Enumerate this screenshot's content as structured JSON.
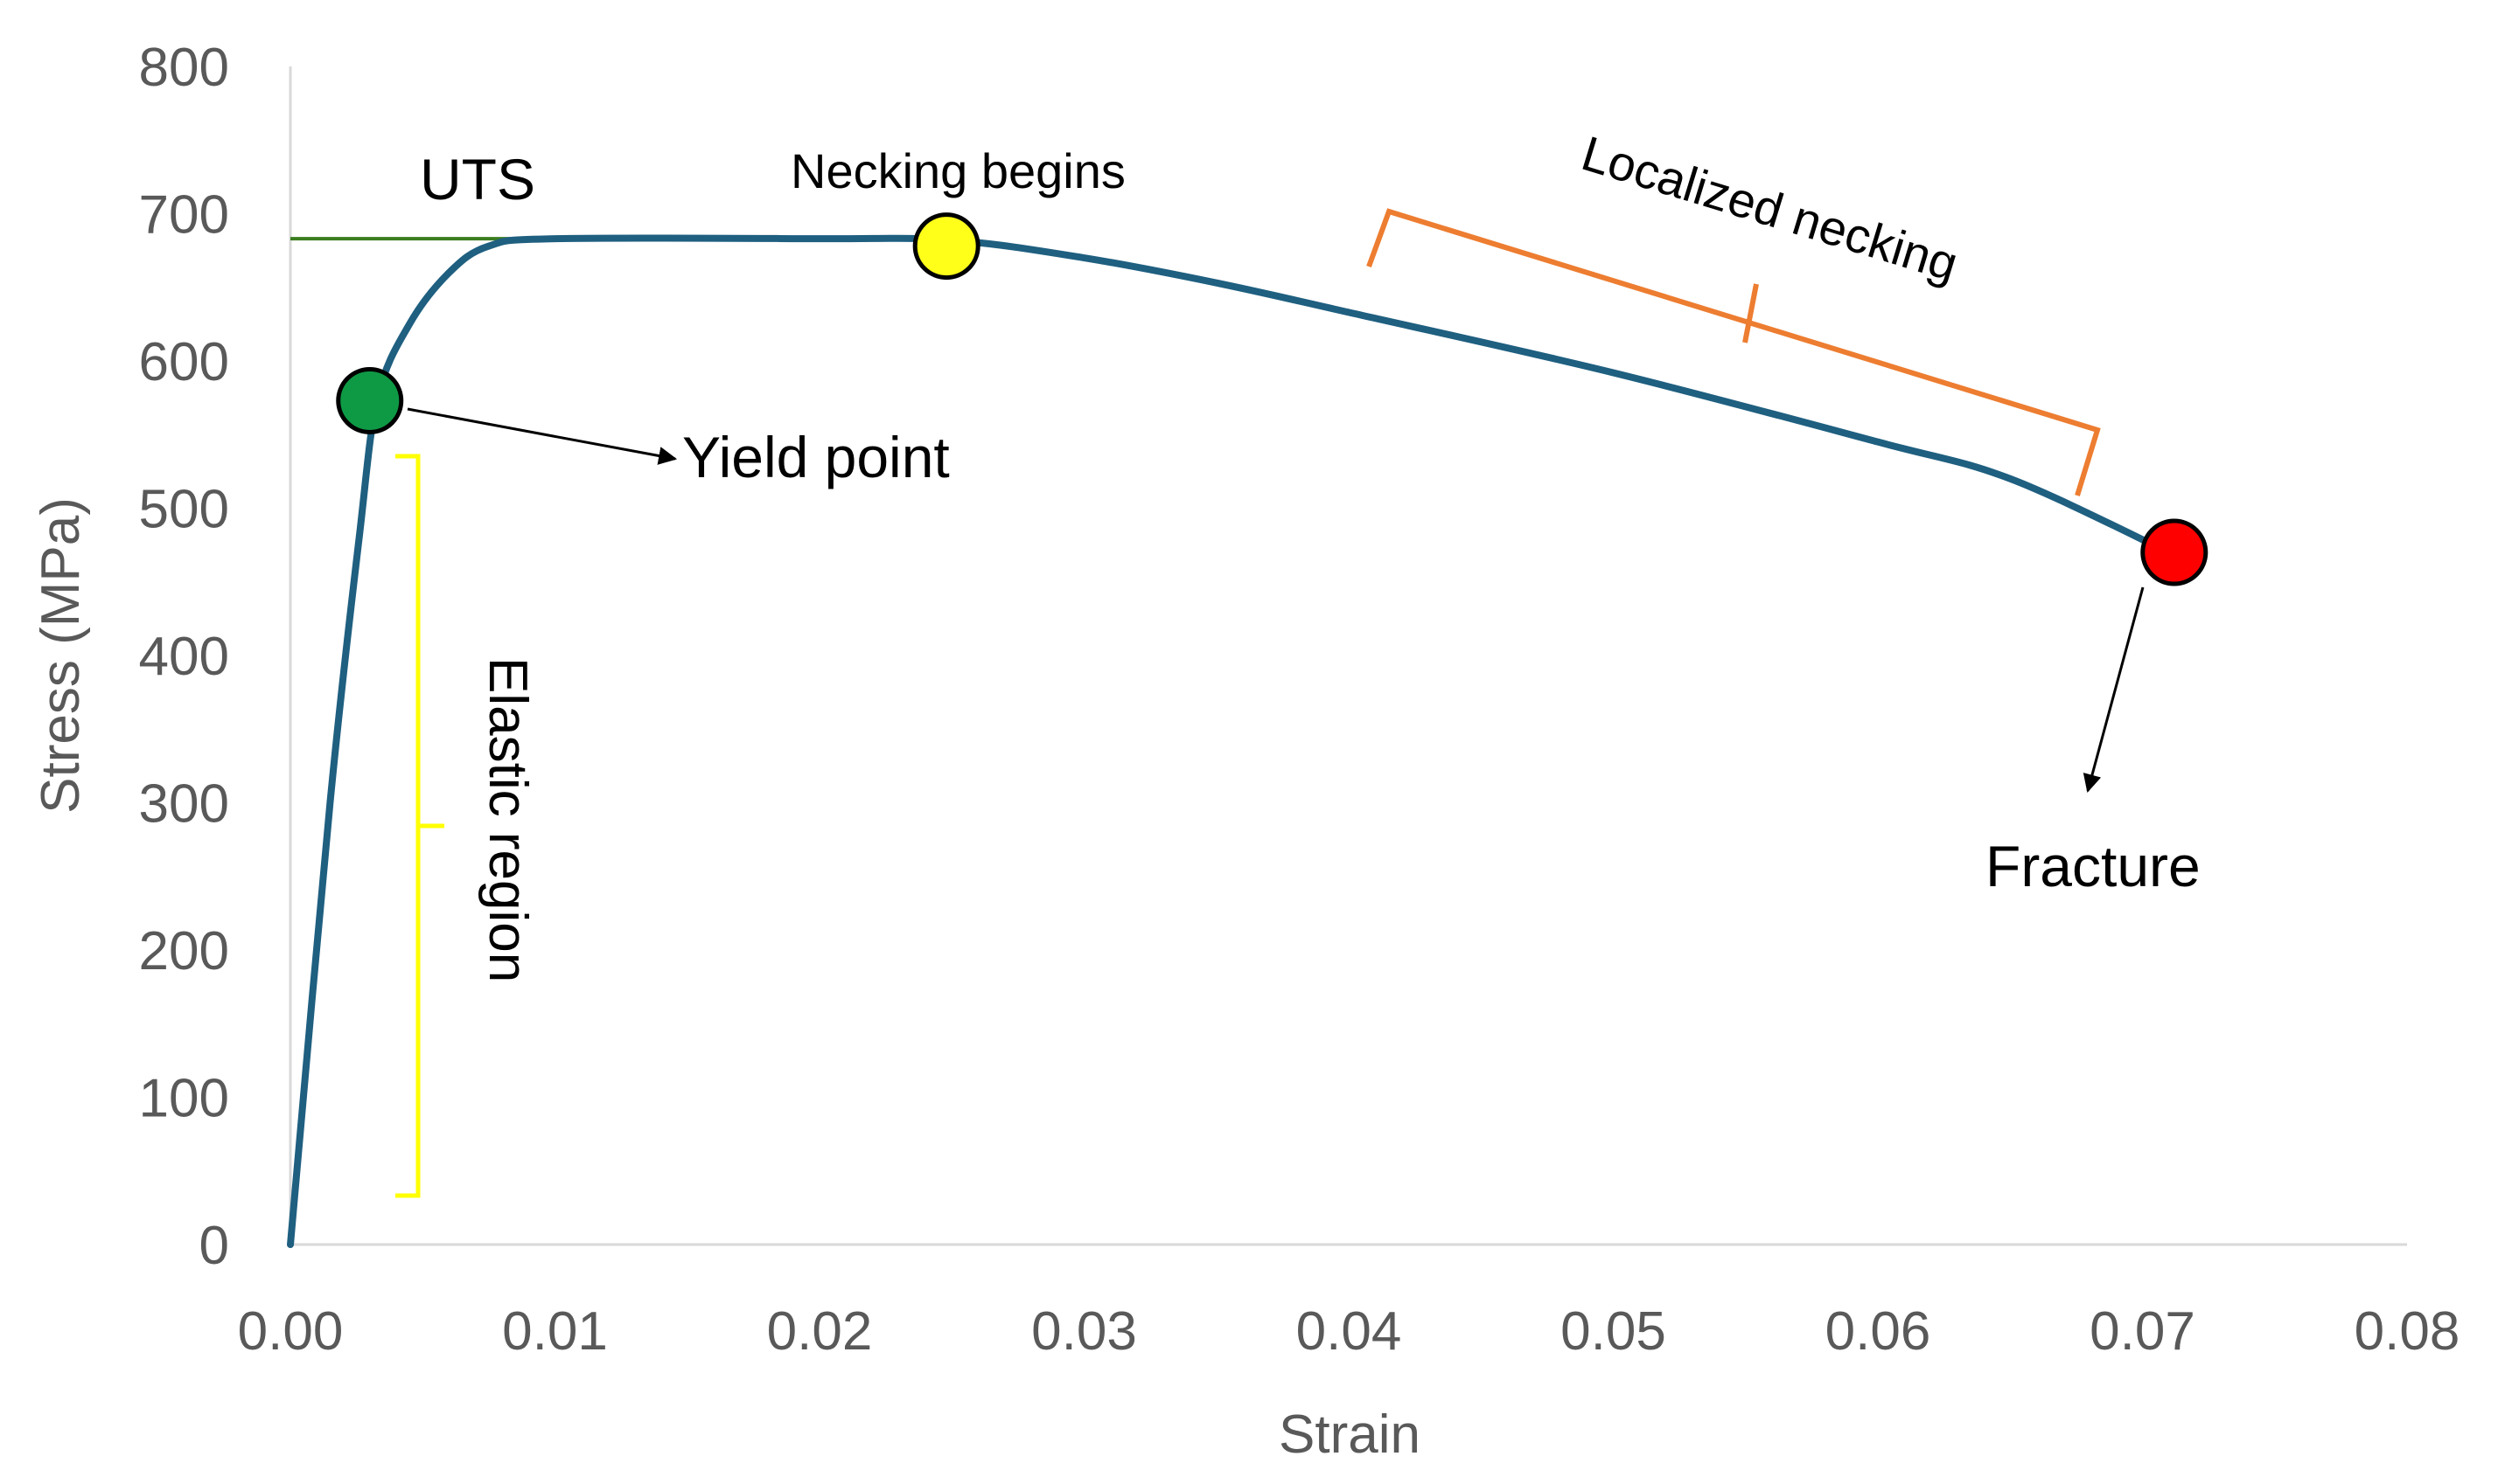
{
  "chart_data": {
    "type": "line",
    "title": "",
    "xlabel": "Strain",
    "ylabel": "Stress (MPa)",
    "xlim": [
      0,
      0.08
    ],
    "ylim": [
      0,
      800
    ],
    "x_ticks": [
      "0.00",
      "0.01",
      "0.02",
      "0.03",
      "0.04",
      "0.05",
      "0.06",
      "0.07",
      "0.08"
    ],
    "y_ticks": [
      "0",
      "100",
      "200",
      "300",
      "400",
      "500",
      "600",
      "700",
      "800"
    ],
    "grid": false,
    "legend": false,
    "series": [
      {
        "color": "#1f5f80",
        "points": [
          [
            0.0,
            0
          ],
          [
            0.0015,
            300
          ],
          [
            0.0026,
            480
          ],
          [
            0.0033,
            575
          ],
          [
            0.0045,
            625
          ],
          [
            0.006,
            660
          ],
          [
            0.0075,
            678
          ],
          [
            0.01,
            683
          ],
          [
            0.02,
            683
          ],
          [
            0.025,
            682
          ],
          [
            0.03,
            670
          ],
          [
            0.035,
            653
          ],
          [
            0.04,
            633
          ],
          [
            0.05,
            592
          ],
          [
            0.06,
            545
          ],
          [
            0.065,
            520
          ],
          [
            0.071,
            470
          ]
        ]
      }
    ],
    "uts_line": {
      "y": 683,
      "x_start": 0.0,
      "x_end": 0.014,
      "color": "#3a7d1f"
    },
    "markers": [
      {
        "name": "yield",
        "x": 0.003,
        "y": 573,
        "color": "#0e9a45"
      },
      {
        "name": "necking",
        "x": 0.0248,
        "y": 678,
        "color": "#ffff1a"
      },
      {
        "name": "fracture",
        "x": 0.0712,
        "y": 470,
        "color": "#ff0000"
      }
    ],
    "annotations": {
      "uts": "UTS",
      "necking_begins": "Necking begins",
      "localized_necking": "Localized necking",
      "yield_point": "Yield point",
      "elastic_region": "Elastic region",
      "fracture": "Fracture"
    },
    "bracket_colors": {
      "elastic": "#ffff00",
      "localized": "#ed7d31"
    }
  }
}
